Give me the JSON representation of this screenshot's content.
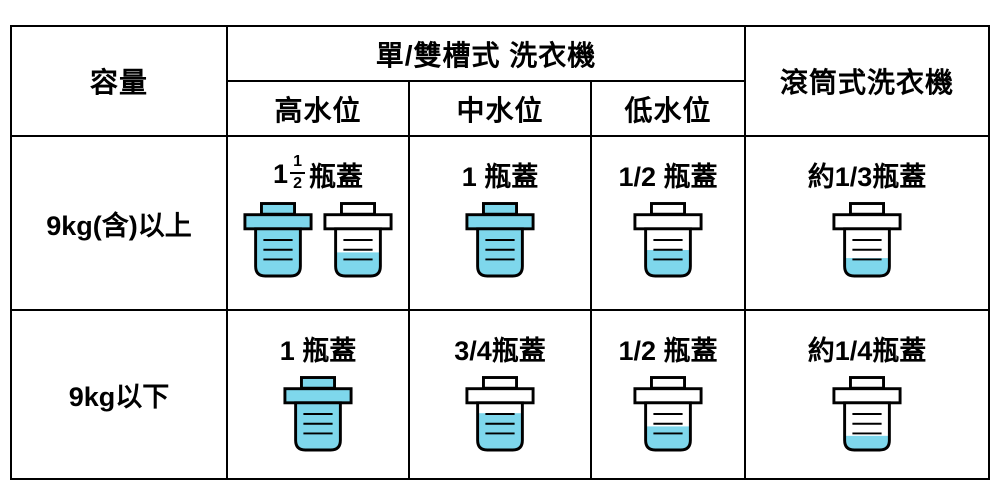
{
  "colors": {
    "liquid": "#7ed7ec",
    "line": "#000000"
  },
  "table": {
    "capacity_header": "容量",
    "machine_group_header": "單/雙槽式 洗衣機",
    "drum_machine_header": "滾筒式洗衣機",
    "water_levels": [
      "高水位",
      "中水位",
      "低水位"
    ],
    "rows": [
      {
        "capacity": "9kg(含)以上",
        "cells": [
          {
            "amount_int": "1",
            "frac_num": "1",
            "frac_den": "2",
            "unit": "瓶蓋",
            "caps": [
              1,
              0.5
            ]
          },
          {
            "amount": "1 瓶蓋",
            "caps": [
              1
            ]
          },
          {
            "amount": "1/2 瓶蓋",
            "caps": [
              0.55
            ]
          },
          {
            "amount": "約1/3瓶蓋",
            "caps": [
              0.38
            ]
          }
        ]
      },
      {
        "capacity": "9kg以下",
        "cells": [
          {
            "amount": "1 瓶蓋",
            "caps": [
              1
            ]
          },
          {
            "amount": "3/4瓶蓋",
            "caps": [
              0.78
            ]
          },
          {
            "amount": "1/2 瓶蓋",
            "caps": [
              0.5
            ]
          },
          {
            "amount": "約1/4瓶蓋",
            "caps": [
              0.3
            ]
          }
        ]
      }
    ]
  },
  "chart_data": {
    "type": "table",
    "columns": [
      "容量",
      "高水位",
      "中水位",
      "低水位",
      "滾筒式洗衣機"
    ],
    "group_header": {
      "label": "單/雙槽式 洗衣機",
      "spans_columns": [
        "高水位",
        "中水位",
        "低水位"
      ]
    },
    "rows": [
      [
        "9kg(含)以上",
        "1 1/2 瓶蓋",
        "1 瓶蓋",
        "1/2 瓶蓋",
        "約1/3瓶蓋"
      ],
      [
        "9kg以下",
        "1 瓶蓋",
        "3/4瓶蓋",
        "1/2 瓶蓋",
        "約1/4瓶蓋"
      ]
    ]
  }
}
